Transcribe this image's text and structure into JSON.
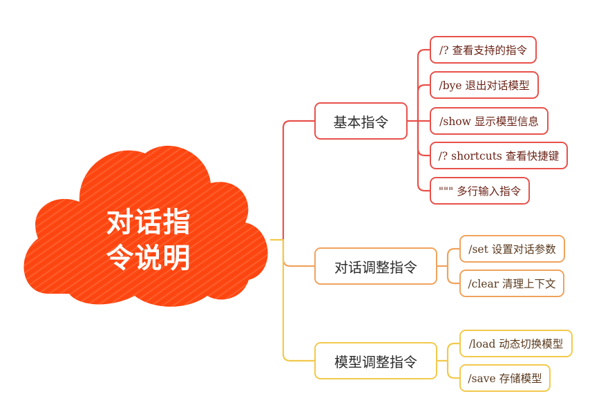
{
  "root": {
    "line1": "对话指",
    "line2": "令说明",
    "fill_color": "#ff4712"
  },
  "branches": [
    {
      "label": "基本指令",
      "color": "#e8504a",
      "children": [
        "/? 查看支持的指令",
        "/bye 退出对话模型",
        "/show 显示模型信息",
        "/? shortcuts 查看快捷键",
        "\"\"\" 多行输入指令"
      ]
    },
    {
      "label": "对话调整指令",
      "color": "#f0a25c",
      "children": [
        "/set 设置对话参数",
        "/clear 清理上下文"
      ]
    },
    {
      "label": "模型调整指令",
      "color": "#f2c94c",
      "children": [
        "/load 动态切换模型",
        "/save 存储模型"
      ]
    }
  ]
}
